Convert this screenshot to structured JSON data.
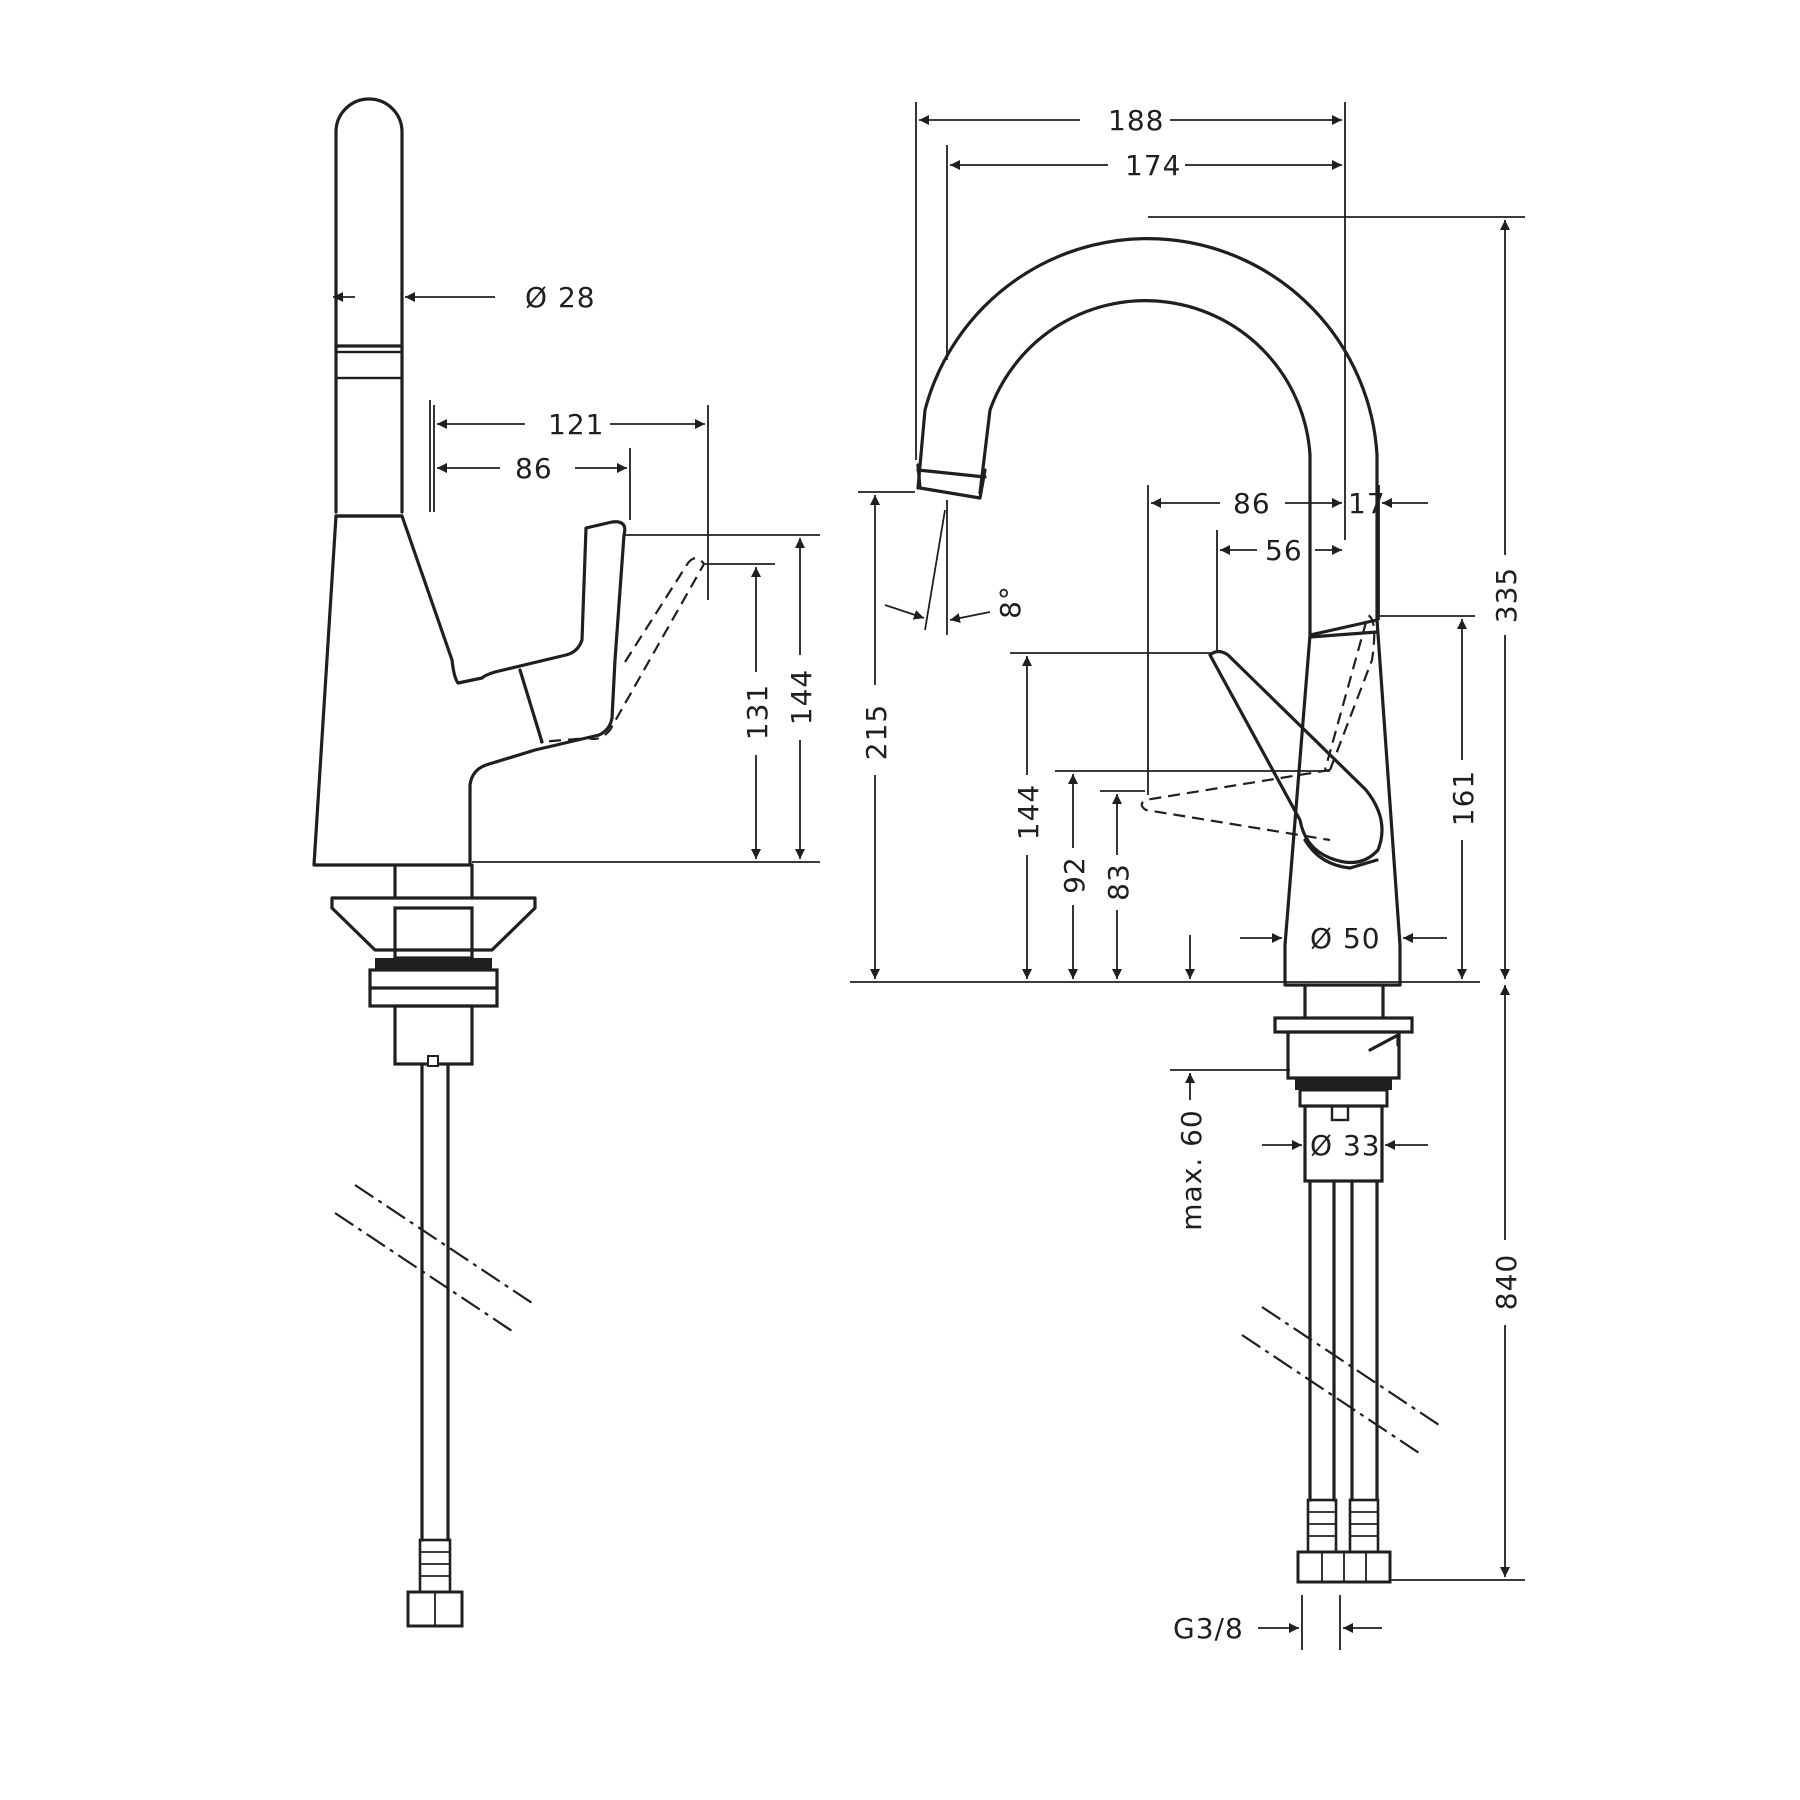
{
  "colors": {
    "line": "#1f1f1f",
    "background": "#ffffff"
  },
  "side_view": {
    "dim_diameter_spout": "Ø 28",
    "dim_handle_outer": "121",
    "dim_handle_inner": "86",
    "dim_handle_height_open": "131",
    "dim_handle_height": "144"
  },
  "front_view": {
    "dim_total_width": "188",
    "dim_spout_reach": "174",
    "dim_total_height": "335",
    "dim_spout_height": "215",
    "dim_angle": "8°",
    "dim_handle_reach": "86",
    "dim_handle_offset": "17",
    "dim_handle_inner": "56",
    "dim_handle_height": "144",
    "dim_lever_height": "92",
    "dim_lever_low": "83",
    "dim_handle_side": "161",
    "dim_body_diameter": "Ø 50",
    "dim_max_deck": "max. 60",
    "dim_shank_diameter": "Ø 33",
    "dim_hose_length": "840",
    "dim_connection": "G3/8"
  }
}
